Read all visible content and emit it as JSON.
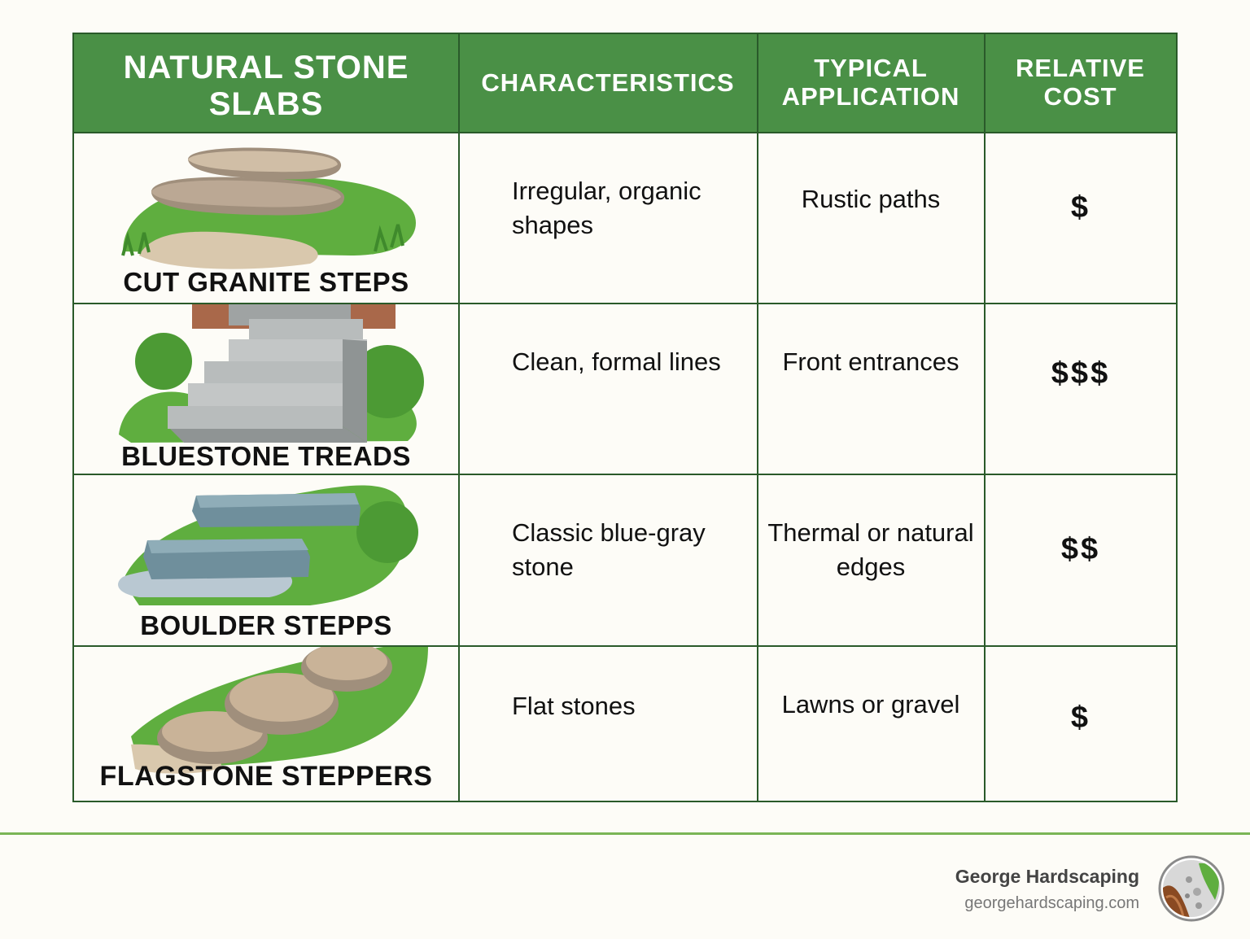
{
  "header": {
    "col1": "NATURAL STONE SLABS",
    "col2": "CHARACTERISTICS",
    "col3": "TYPICAL APPLICATION",
    "col4": "RELATIVE COST"
  },
  "rows": [
    {
      "name": "CUT GRANITE STEPS",
      "characteristics": "Irregular, organic shapes",
      "application": "Rustic paths",
      "cost": "$"
    },
    {
      "name": "BLUESTONE TREADS",
      "characteristics": "Clean, formal lines",
      "application": "Front entrances",
      "cost": "$$$"
    },
    {
      "name": "BOULDER  STEPPS",
      "characteristics": "Classic blue-gray stone",
      "application": "Thermal or natural edges",
      "cost": "$$"
    },
    {
      "name": "FLAGSTONE STEPPERS",
      "characteristics": "Flat stones",
      "application": "Lawns or gravel",
      "cost": "$"
    }
  ],
  "footer": {
    "brand": "George Hardscaping",
    "url": "georgehardscaping.com"
  },
  "colors": {
    "header_green": "#4a9046",
    "border": "#2a5a2a",
    "footer_rule": "#7ab556"
  }
}
